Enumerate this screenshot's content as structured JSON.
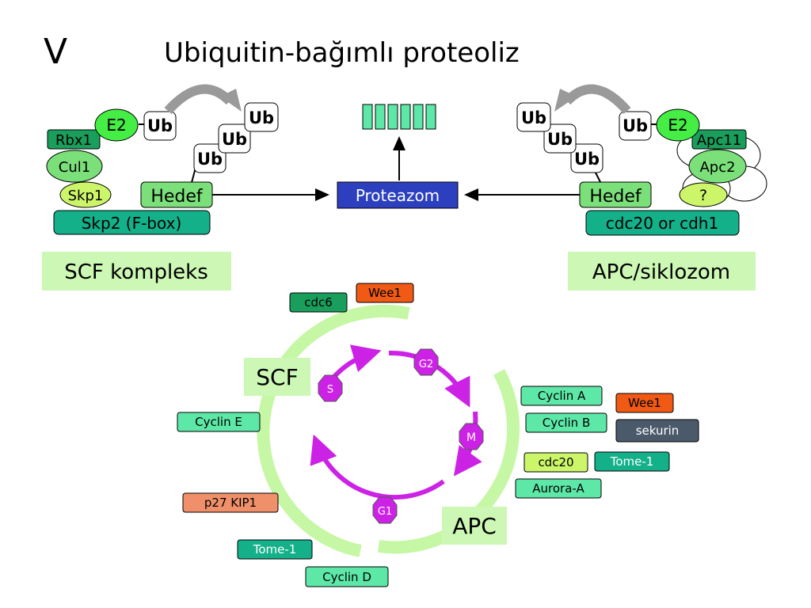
{
  "slide": {
    "section_letter": "V",
    "title": "Ubiquitin-bağımlı proteoliz"
  },
  "scf_side": {
    "e2": "E2",
    "rbx1": "Rbx1",
    "cul1": "Cul1",
    "skp1": "Skp1",
    "skp2": "Skp2 (F-box)",
    "target": "Hedef",
    "ub": "Ub",
    "complex_label": "SCF kompleks"
  },
  "apc_side": {
    "e2": "E2",
    "apc11": "Apc11",
    "apc2": "Apc2",
    "unknown": "?",
    "activator": "cdc20 or cdh1",
    "target": "Hedef",
    "ub": "Ub",
    "complex_label": "APC/siklozom"
  },
  "proteasome": {
    "label": "Proteazom"
  },
  "cycle": {
    "phases": {
      "g2": "G2",
      "m": "M",
      "g1": "G1",
      "s": "S"
    },
    "scf_label": "SCF",
    "apc_label": "APC"
  },
  "substrates": {
    "cdc6": "cdc6",
    "wee1_top": "Wee1",
    "cyclin_e": "Cyclin E",
    "p27": "p27 KIP1",
    "tome1_left": "Tome-1",
    "cyclin_d": "Cyclin D",
    "cyclin_a": "Cyclin A",
    "wee1_right": "Wee1",
    "cyclin_b": "Cyclin B",
    "sekurin": "sekurin",
    "cdc20": "cdc20",
    "tome1_right": "Tome-1",
    "aurora_a": "Aurora-A"
  },
  "colors": {
    "dark_green": "#1a9e5c",
    "teal": "#14b08a",
    "light_green": "#7be07a",
    "bright_green": "#44ee44",
    "yellow_green": "#ccf56a",
    "mint": "#5de8a8",
    "label_bg": "#ccf7b4",
    "arc": "#c6f7a4",
    "proteasome": "#2b3fbf",
    "magenta": "#cc22e6",
    "orange": "#f05a14",
    "salmon": "#f0906a",
    "slate": "#4b5a6b"
  }
}
